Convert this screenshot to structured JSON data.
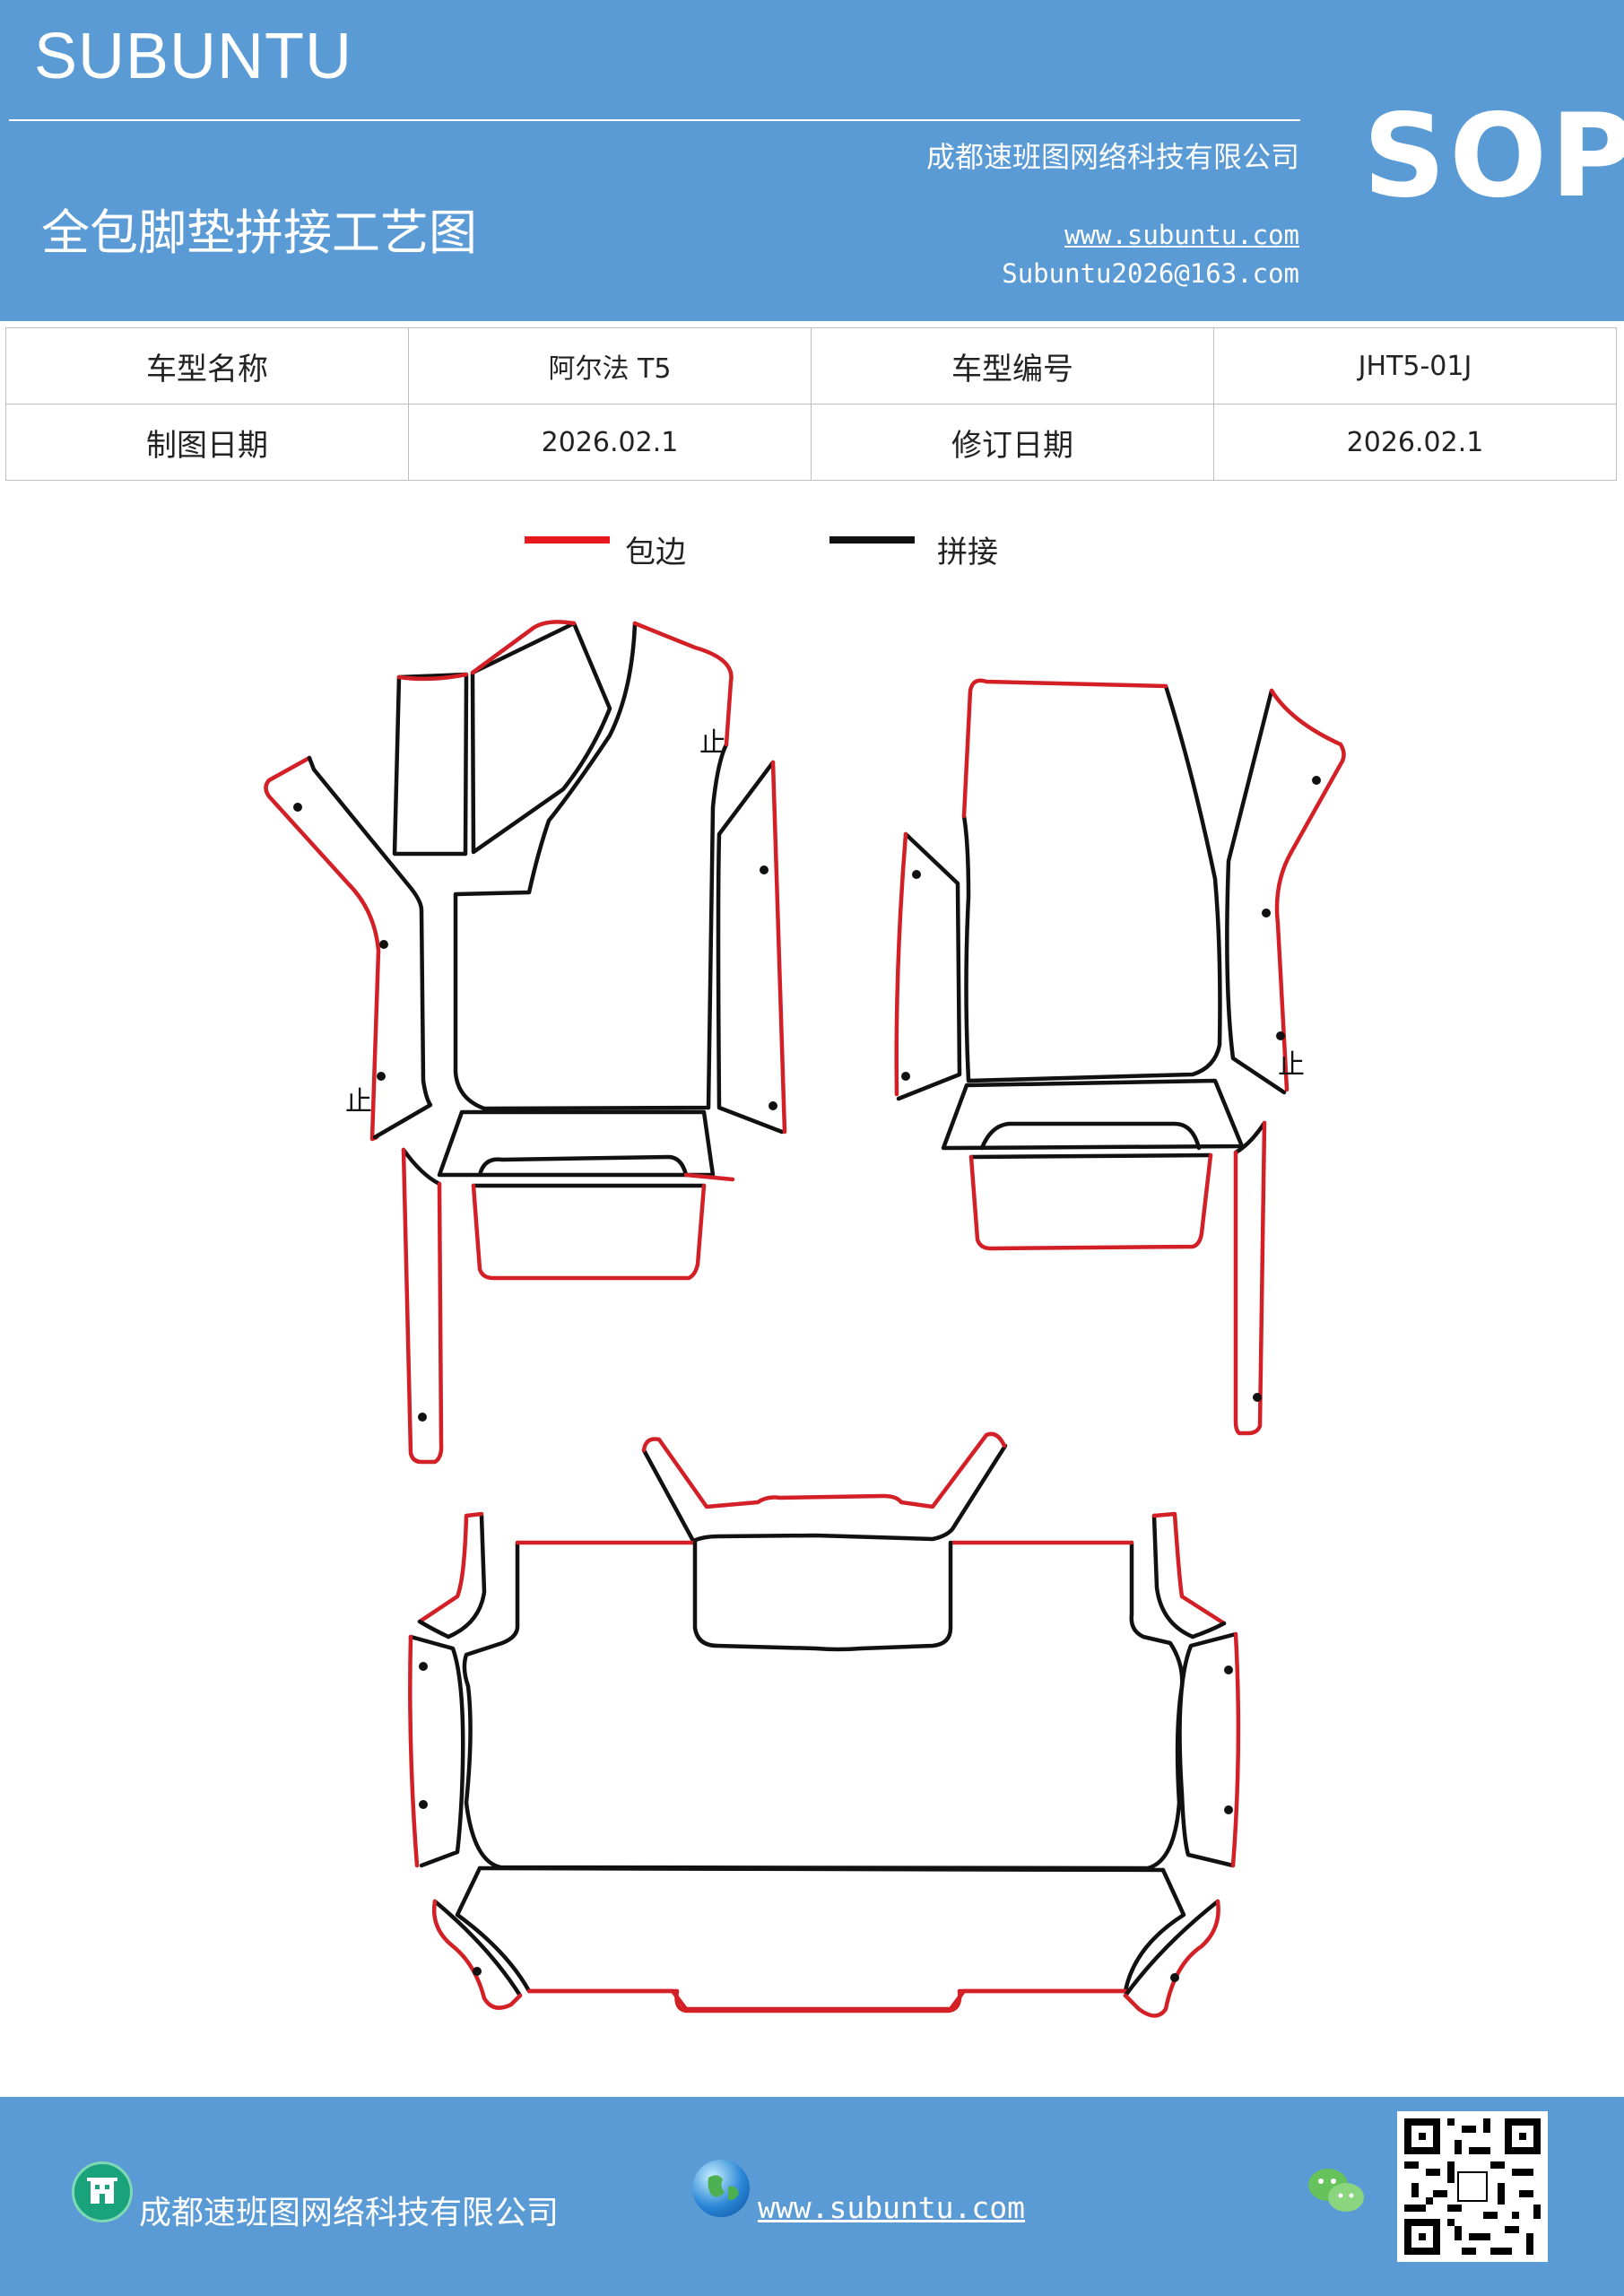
{
  "header": {
    "brand": "SUBUNTU",
    "company": "成都速班图网络科技有限公司",
    "title": "全包脚垫拼接工艺图",
    "website": "www.subuntu.com",
    "email": "Subuntu2026@163.com",
    "badge": "SOP"
  },
  "info_table": [
    [
      "车型名称",
      "阿尔法 T5",
      "车型编号",
      "JHT5-01J"
    ],
    [
      "制图日期",
      "2026.02.1",
      "修订日期",
      "2026.02.1"
    ]
  ],
  "legend": [
    {
      "label": "包边",
      "color": "#e8191c"
    },
    {
      "label": "拼接",
      "color": "#111111"
    }
  ],
  "marks": {
    "stop": "止"
  },
  "footer": {
    "company": "成都速班图网络科技有限公司",
    "website": "www.subuntu.com",
    "building_icon": "building-icon",
    "globe_icon": "globe-icon",
    "wechat_icon": "wechat-icon",
    "qr_icon": "qr-code-icon"
  },
  "colors": {
    "brand_blue": "#5b9bd5",
    "edge_red": "#d32027",
    "seam_black": "#111111"
  }
}
